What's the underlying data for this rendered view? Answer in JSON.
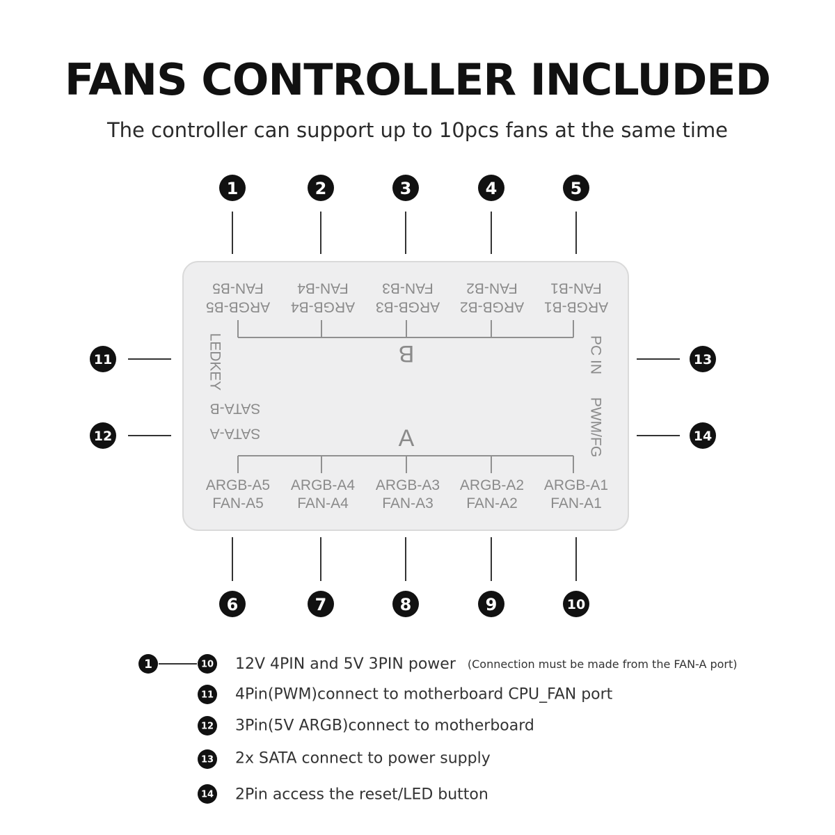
{
  "title": "FANS CONTROLLER INCLUDED",
  "subtitle": "The controller can support up to 10pcs fans at the same time",
  "callouts": {
    "top": [
      "1",
      "2",
      "3",
      "4",
      "5"
    ],
    "bottom": [
      "6",
      "7",
      "8",
      "9",
      "10"
    ],
    "left": [
      "11",
      "12"
    ],
    "right": [
      "13",
      "14"
    ]
  },
  "board": {
    "top_ports": [
      {
        "argb": "ARGB-B5",
        "fan": "FAN-B5"
      },
      {
        "argb": "ARGB-B4",
        "fan": "FAN-B4"
      },
      {
        "argb": "ARGB-B3",
        "fan": "FAN-B3"
      },
      {
        "argb": "ARGB-B2",
        "fan": "FAN-B2"
      },
      {
        "argb": "ARGB-B1",
        "fan": "FAN-B1"
      }
    ],
    "bottom_ports": [
      {
        "argb": "ARGB-A5",
        "fan": "FAN-A5"
      },
      {
        "argb": "ARGB-A4",
        "fan": "FAN-A4"
      },
      {
        "argb": "ARGB-A3",
        "fan": "FAN-A3"
      },
      {
        "argb": "ARGB-A2",
        "fan": "FAN-A2"
      },
      {
        "argb": "ARGB-A1",
        "fan": "FAN-A1"
      }
    ],
    "bus_b": "B",
    "bus_a": "A",
    "ledkey": "LEDKEY",
    "sata_b": "SATA-B",
    "sata_a": "SATA-A",
    "pc_in": "PC IN",
    "pwm_fg": "PWM/FG"
  },
  "legend": [
    {
      "badges": [
        "1",
        "10"
      ],
      "text": "12V 4PIN and 5V 3PIN power",
      "note": "(Connection must be made from the FAN-A port)"
    },
    {
      "badges": [
        "11"
      ],
      "text": "4Pin(PWM)connect to motherboard CPU_FAN port",
      "note": ""
    },
    {
      "badges": [
        "12"
      ],
      "text": "3Pin(5V ARGB)connect to motherboard",
      "note": ""
    },
    {
      "badges": [
        "13"
      ],
      "text": "2x SATA connect to power supply",
      "note": ""
    },
    {
      "badges": [
        "14"
      ],
      "text": "2Pin access the reset/LED button",
      "note": ""
    }
  ],
  "colors": {
    "badge": "#111111",
    "board": "#eeeeef",
    "label": "#8a8a8a"
  }
}
